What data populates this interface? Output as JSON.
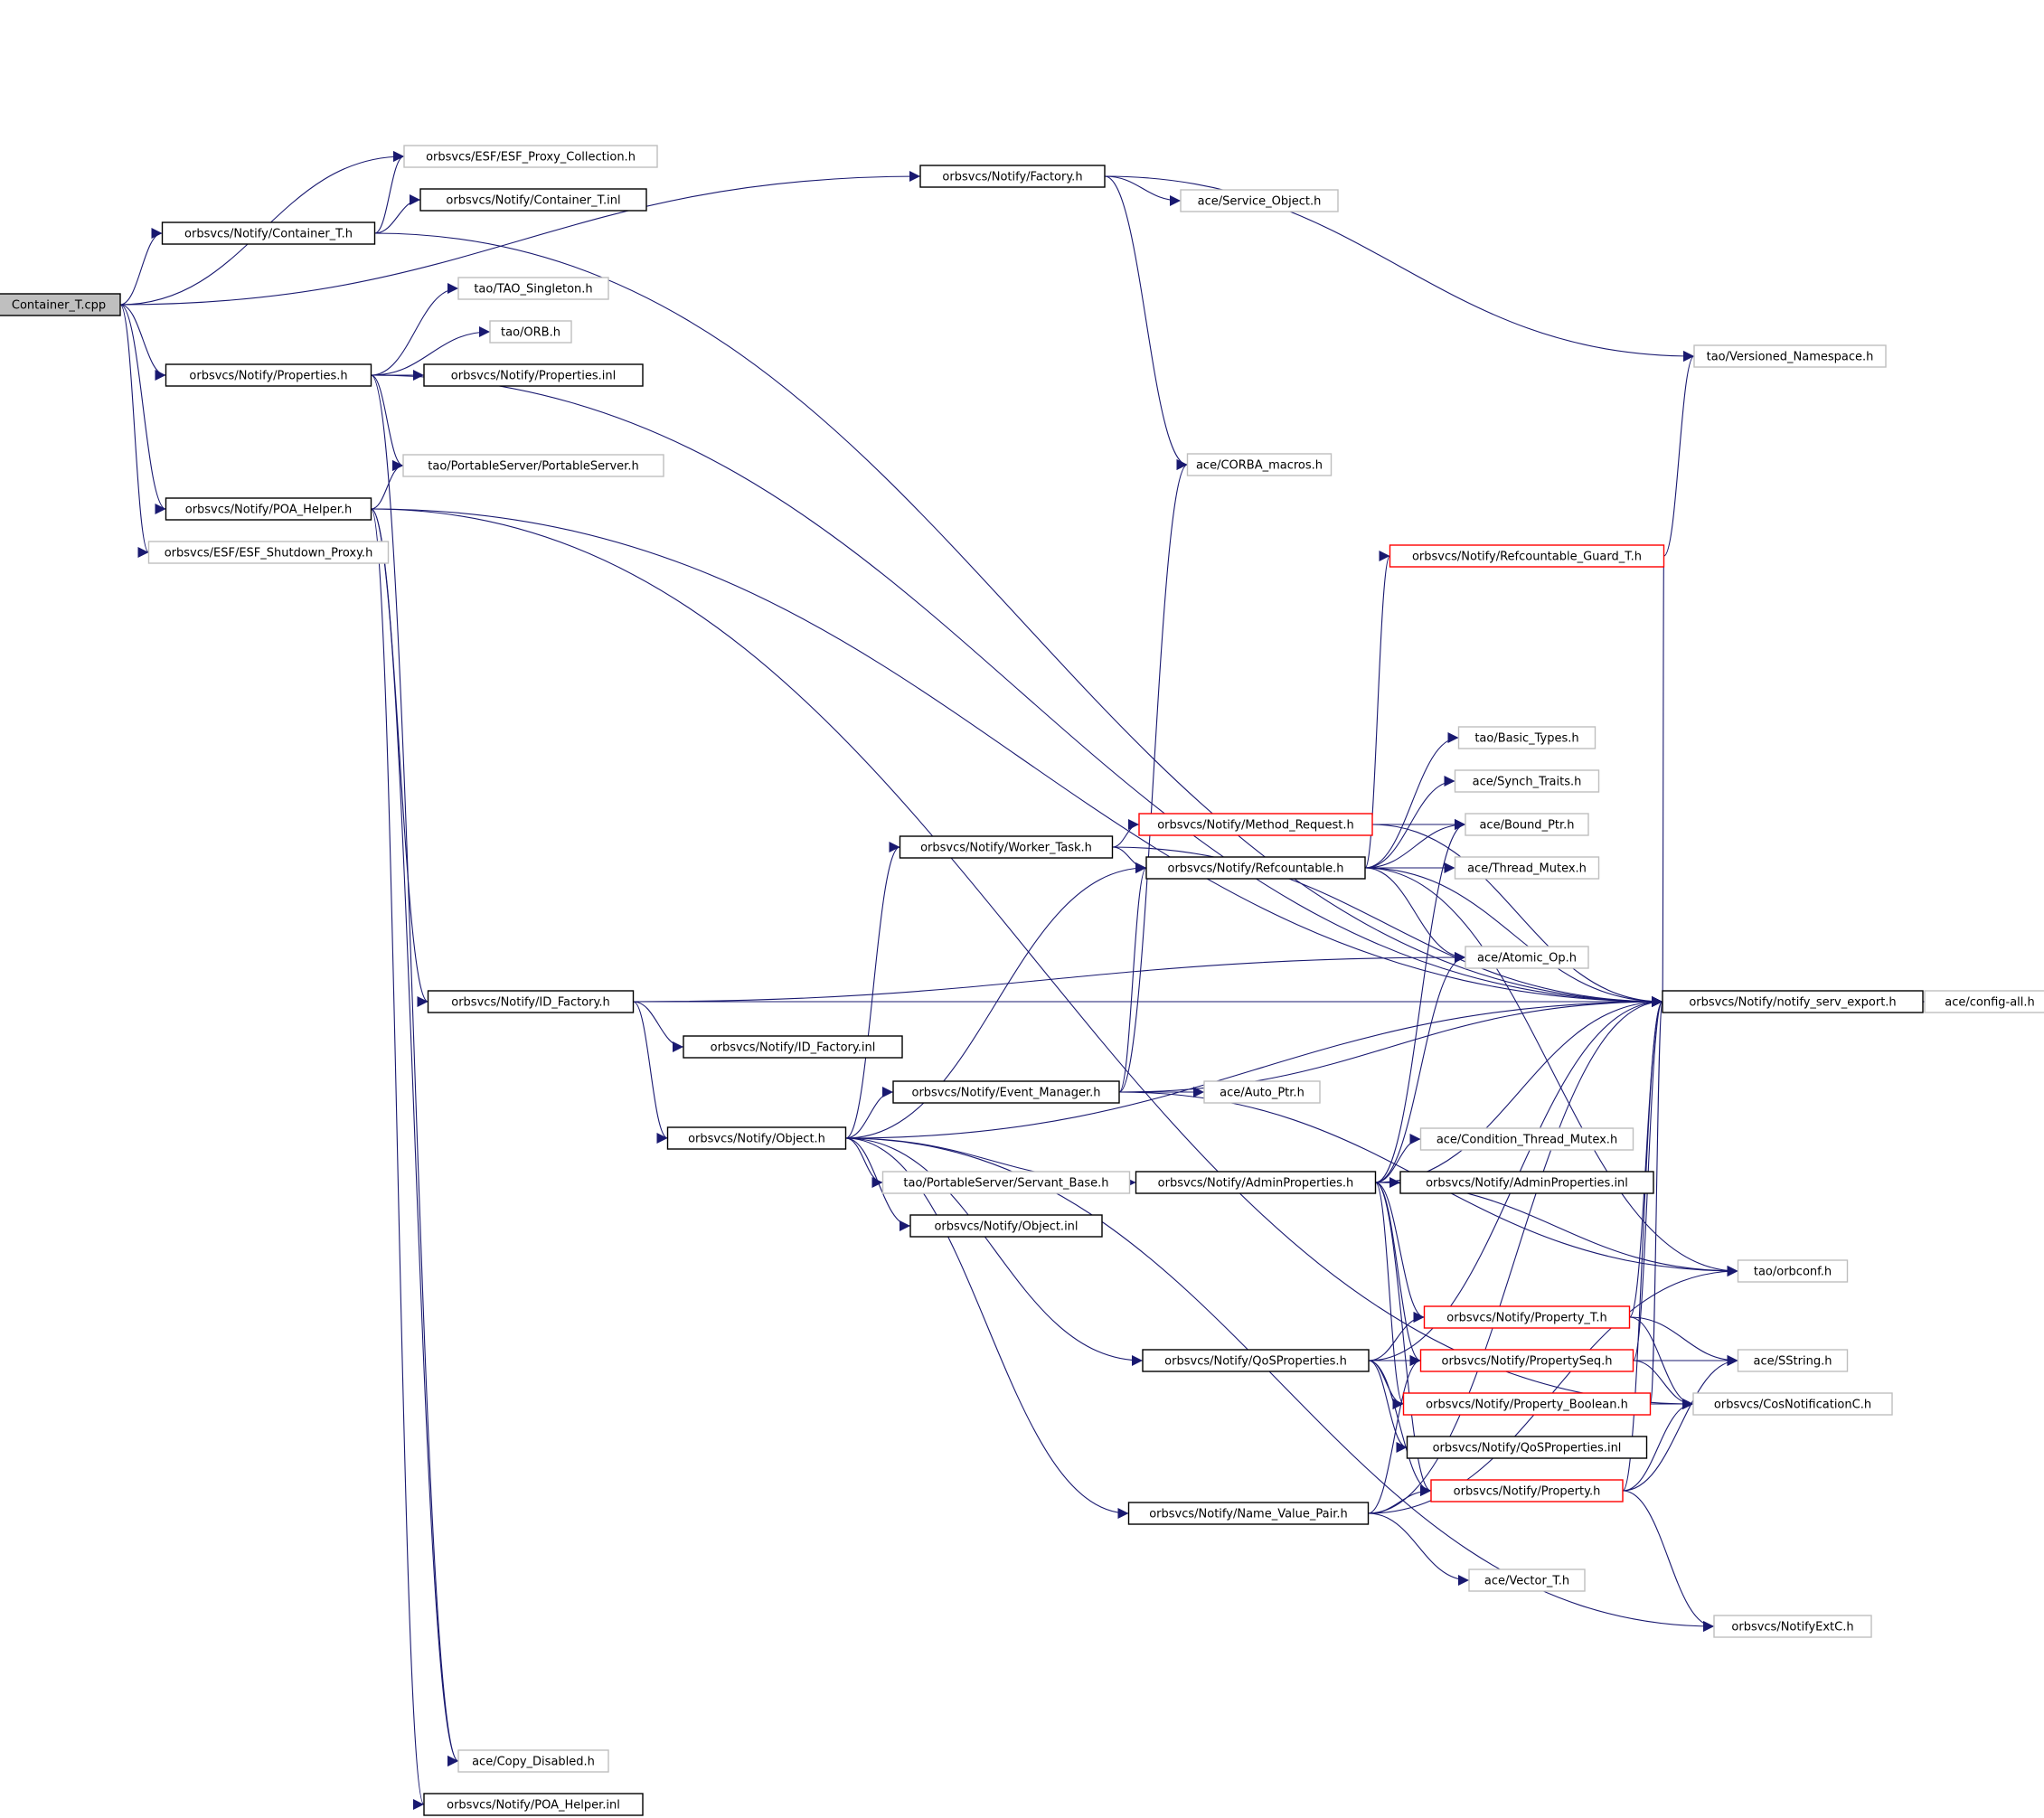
{
  "colors": {
    "edge": "#191970",
    "node_border_documented": "#000000",
    "node_border_external": "#bfbfbf",
    "node_border_truncated": "#ff0000",
    "root_fill": "#bfbfbf",
    "node_fill": "#ffffff"
  },
  "nodes": [
    {
      "id": "container_cpp",
      "label": "Container_T.cpp",
      "kind": "root"
    },
    {
      "id": "esf_proxy_coll",
      "label": "orbsvcs/ESF/ESF_Proxy_Collection.h",
      "kind": "external"
    },
    {
      "id": "container_inl",
      "label": "orbsvcs/Notify/Container_T.inl",
      "kind": "doc"
    },
    {
      "id": "container_h",
      "label": "orbsvcs/Notify/Container_T.h",
      "kind": "doc"
    },
    {
      "id": "factory_h",
      "label": "orbsvcs/Notify/Factory.h",
      "kind": "doc"
    },
    {
      "id": "service_object",
      "label": "ace/Service_Object.h",
      "kind": "external"
    },
    {
      "id": "tao_singleton",
      "label": "tao/TAO_Singleton.h",
      "kind": "external"
    },
    {
      "id": "tao_orb",
      "label": "tao/ORB.h",
      "kind": "external"
    },
    {
      "id": "properties_h",
      "label": "orbsvcs/Notify/Properties.h",
      "kind": "doc"
    },
    {
      "id": "properties_inl",
      "label": "orbsvcs/Notify/Properties.inl",
      "kind": "doc"
    },
    {
      "id": "versioned_ns",
      "label": "tao/Versioned_Namespace.h",
      "kind": "external"
    },
    {
      "id": "portable_server",
      "label": "tao/PortableServer/PortableServer.h",
      "kind": "external"
    },
    {
      "id": "corba_macros",
      "label": "ace/CORBA_macros.h",
      "kind": "external"
    },
    {
      "id": "poa_helper",
      "label": "orbsvcs/Notify/POA_Helper.h",
      "kind": "doc"
    },
    {
      "id": "esf_shutdown",
      "label": "orbsvcs/ESF/ESF_Shutdown_Proxy.h",
      "kind": "external"
    },
    {
      "id": "refcountable_guard",
      "label": "orbsvcs/Notify/Refcountable_Guard_T.h",
      "kind": "truncated"
    },
    {
      "id": "basic_types",
      "label": "tao/Basic_Types.h",
      "kind": "external"
    },
    {
      "id": "synch_traits",
      "label": "ace/Synch_Traits.h",
      "kind": "external"
    },
    {
      "id": "method_request",
      "label": "orbsvcs/Notify/Method_Request.h",
      "kind": "truncated"
    },
    {
      "id": "bound_ptr",
      "label": "ace/Bound_Ptr.h",
      "kind": "external"
    },
    {
      "id": "worker_task",
      "label": "orbsvcs/Notify/Worker_Task.h",
      "kind": "doc"
    },
    {
      "id": "refcountable",
      "label": "orbsvcs/Notify/Refcountable.h",
      "kind": "doc"
    },
    {
      "id": "thread_mutex",
      "label": "ace/Thread_Mutex.h",
      "kind": "external"
    },
    {
      "id": "atomic_op",
      "label": "ace/Atomic_Op.h",
      "kind": "external"
    },
    {
      "id": "id_factory",
      "label": "orbsvcs/Notify/ID_Factory.h",
      "kind": "doc"
    },
    {
      "id": "notify_export",
      "label": "orbsvcs/Notify/notify_serv_export.h",
      "kind": "doc"
    },
    {
      "id": "config_all",
      "label": "ace/config-all.h",
      "kind": "external"
    },
    {
      "id": "id_factory_inl",
      "label": "orbsvcs/Notify/ID_Factory.inl",
      "kind": "doc"
    },
    {
      "id": "event_manager",
      "label": "orbsvcs/Notify/Event_Manager.h",
      "kind": "doc"
    },
    {
      "id": "auto_ptr",
      "label": "ace/Auto_Ptr.h",
      "kind": "external"
    },
    {
      "id": "object_h",
      "label": "orbsvcs/Notify/Object.h",
      "kind": "doc"
    },
    {
      "id": "cond_mutex",
      "label": "ace/Condition_Thread_Mutex.h",
      "kind": "external"
    },
    {
      "id": "servant_base",
      "label": "tao/PortableServer/Servant_Base.h",
      "kind": "external"
    },
    {
      "id": "admin_props",
      "label": "orbsvcs/Notify/AdminProperties.h",
      "kind": "doc"
    },
    {
      "id": "admin_props_inl",
      "label": "orbsvcs/Notify/AdminProperties.inl",
      "kind": "doc"
    },
    {
      "id": "object_inl",
      "label": "orbsvcs/Notify/Object.inl",
      "kind": "doc"
    },
    {
      "id": "orbconf",
      "label": "tao/orbconf.h",
      "kind": "external"
    },
    {
      "id": "property_t",
      "label": "orbsvcs/Notify/Property_T.h",
      "kind": "truncated"
    },
    {
      "id": "qos_props",
      "label": "orbsvcs/Notify/QoSProperties.h",
      "kind": "doc"
    },
    {
      "id": "property_seq",
      "label": "orbsvcs/Notify/PropertySeq.h",
      "kind": "truncated"
    },
    {
      "id": "sstring",
      "label": "ace/SString.h",
      "kind": "external"
    },
    {
      "id": "property_bool",
      "label": "orbsvcs/Notify/Property_Boolean.h",
      "kind": "truncated"
    },
    {
      "id": "cosnotif",
      "label": "orbsvcs/CosNotificationC.h",
      "kind": "external"
    },
    {
      "id": "qos_props_inl",
      "label": "orbsvcs/Notify/QoSProperties.inl",
      "kind": "doc"
    },
    {
      "id": "property_h",
      "label": "orbsvcs/Notify/Property.h",
      "kind": "truncated"
    },
    {
      "id": "name_value_pair",
      "label": "orbsvcs/Notify/Name_Value_Pair.h",
      "kind": "doc"
    },
    {
      "id": "vector_t",
      "label": "ace/Vector_T.h",
      "kind": "external"
    },
    {
      "id": "notify_extc",
      "label": "orbsvcs/NotifyExtC.h",
      "kind": "external"
    },
    {
      "id": "copy_disabled",
      "label": "ace/Copy_Disabled.h",
      "kind": "external"
    },
    {
      "id": "poa_helper_inl",
      "label": "orbsvcs/Notify/POA_Helper.inl",
      "kind": "doc"
    }
  ],
  "edges": [
    [
      "container_cpp",
      "esf_proxy_coll"
    ],
    [
      "container_cpp",
      "container_h"
    ],
    [
      "container_cpp",
      "factory_h"
    ],
    [
      "container_cpp",
      "properties_h"
    ],
    [
      "container_cpp",
      "poa_helper"
    ],
    [
      "container_cpp",
      "esf_shutdown"
    ],
    [
      "container_h",
      "esf_proxy_coll"
    ],
    [
      "container_h",
      "container_inl"
    ],
    [
      "container_h",
      "notify_export"
    ],
    [
      "factory_h",
      "service_object"
    ],
    [
      "factory_h",
      "corba_macros"
    ],
    [
      "factory_h",
      "versioned_ns"
    ],
    [
      "properties_h",
      "tao_singleton"
    ],
    [
      "properties_h",
      "tao_orb"
    ],
    [
      "properties_h",
      "properties_inl"
    ],
    [
      "properties_h",
      "portable_server"
    ],
    [
      "properties_h",
      "notify_export"
    ],
    [
      "properties_h",
      "copy_disabled"
    ],
    [
      "poa_helper",
      "portable_server"
    ],
    [
      "poa_helper",
      "notify_export"
    ],
    [
      "poa_helper",
      "id_factory"
    ],
    [
      "poa_helper",
      "copy_disabled"
    ],
    [
      "poa_helper",
      "poa_helper_inl"
    ],
    [
      "poa_helper",
      "cosnotif"
    ],
    [
      "id_factory",
      "atomic_op"
    ],
    [
      "id_factory",
      "notify_export"
    ],
    [
      "id_factory",
      "id_factory_inl"
    ],
    [
      "id_factory",
      "object_h"
    ],
    [
      "object_h",
      "worker_task"
    ],
    [
      "object_h",
      "refcountable"
    ],
    [
      "object_h",
      "event_manager"
    ],
    [
      "object_h",
      "admin_props"
    ],
    [
      "object_h",
      "servant_base"
    ],
    [
      "object_h",
      "object_inl"
    ],
    [
      "object_h",
      "qos_props"
    ],
    [
      "object_h",
      "name_value_pair"
    ],
    [
      "object_h",
      "notify_export"
    ],
    [
      "object_h",
      "notify_extc"
    ],
    [
      "worker_task",
      "method_request"
    ],
    [
      "worker_task",
      "refcountable"
    ],
    [
      "worker_task",
      "notify_export"
    ],
    [
      "method_request",
      "bound_ptr"
    ],
    [
      "method_request",
      "notify_export"
    ],
    [
      "refcountable",
      "refcountable_guard"
    ],
    [
      "refcountable",
      "basic_types"
    ],
    [
      "refcountable",
      "synch_traits"
    ],
    [
      "refcountable",
      "bound_ptr"
    ],
    [
      "refcountable",
      "thread_mutex"
    ],
    [
      "refcountable",
      "atomic_op"
    ],
    [
      "refcountable",
      "orbconf"
    ],
    [
      "refcountable",
      "notify_export"
    ],
    [
      "refcountable_guard",
      "versioned_ns"
    ],
    [
      "refcountable_guard",
      "notify_export"
    ],
    [
      "event_manager",
      "corba_macros"
    ],
    [
      "event_manager",
      "auto_ptr"
    ],
    [
      "event_manager",
      "refcountable"
    ],
    [
      "event_manager",
      "notify_export"
    ],
    [
      "event_manager",
      "orbconf"
    ],
    [
      "admin_props",
      "cond_mutex"
    ],
    [
      "admin_props",
      "admin_props_inl"
    ],
    [
      "admin_props",
      "atomic_op"
    ],
    [
      "admin_props",
      "notify_export"
    ],
    [
      "admin_props",
      "bound_ptr"
    ],
    [
      "admin_props",
      "orbconf"
    ],
    [
      "admin_props",
      "property_t"
    ],
    [
      "admin_props",
      "property_seq"
    ],
    [
      "admin_props",
      "property_bool"
    ],
    [
      "admin_props",
      "property_h"
    ],
    [
      "qos_props",
      "property_t"
    ],
    [
      "qos_props",
      "property_seq"
    ],
    [
      "qos_props",
      "property_bool"
    ],
    [
      "qos_props",
      "qos_props_inl"
    ],
    [
      "qos_props",
      "property_h"
    ],
    [
      "qos_props",
      "notify_export"
    ],
    [
      "property_t",
      "sstring"
    ],
    [
      "property_t",
      "cosnotif"
    ],
    [
      "property_t",
      "notify_export"
    ],
    [
      "property_seq",
      "sstring"
    ],
    [
      "property_seq",
      "cosnotif"
    ],
    [
      "property_seq",
      "notify_export"
    ],
    [
      "property_bool",
      "cosnotif"
    ],
    [
      "property_bool",
      "notify_export"
    ],
    [
      "property_h",
      "cosnotif"
    ],
    [
      "property_h",
      "notify_extc"
    ],
    [
      "property_h",
      "notify_export"
    ],
    [
      "property_h",
      "sstring"
    ],
    [
      "name_value_pair",
      "property_h"
    ],
    [
      "name_value_pair",
      "vector_t"
    ],
    [
      "name_value_pair",
      "property_seq"
    ],
    [
      "name_value_pair",
      "notify_export"
    ],
    [
      "name_value_pair",
      "orbconf"
    ],
    [
      "notify_export",
      "config_all"
    ]
  ]
}
